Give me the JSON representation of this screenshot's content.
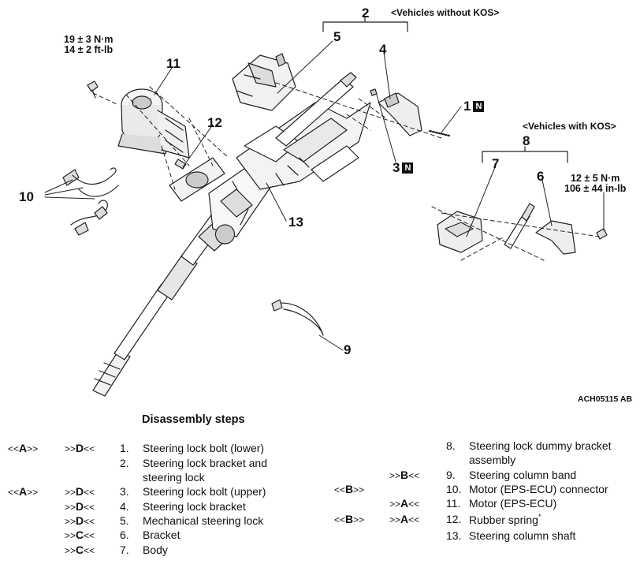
{
  "headers": {
    "without_kos": "<Vehicles without KOS>",
    "with_kos": "<Vehicles with KOS>"
  },
  "torque": {
    "top_left_line1": "19 ± 3 N·m",
    "top_left_line2": "14 ± 2 ft-lb",
    "right_line1": "12 ± 5 N·m",
    "right_line2": "106 ± 44 in-lb"
  },
  "callouts": {
    "c1": "1",
    "c2": "2",
    "c3": "3",
    "c4": "4",
    "c5": "5",
    "c6": "6",
    "c7": "7",
    "c8": "8",
    "c9": "9",
    "c10": "10",
    "c11": "11",
    "c12": "12",
    "c13": "13",
    "badge_n": "N"
  },
  "figure_id": "ACH05115 AB",
  "steps_title": "Disassembly steps",
  "steps_left": [
    {
      "m1a": "<<",
      "m1b": "A",
      "m1c": ">>",
      "m2a": ">>",
      "m2b": "D",
      "m2c": "<<",
      "num": "1.",
      "text": "Steering lock bolt (lower)"
    },
    {
      "m1a": "",
      "m1b": "",
      "m1c": "",
      "m2a": "",
      "m2b": "",
      "m2c": "",
      "num": "2.",
      "text": "Steering lock bracket and"
    },
    {
      "m1a": "",
      "m1b": "",
      "m1c": "",
      "m2a": "",
      "m2b": "",
      "m2c": "",
      "num": "",
      "text": "steering lock"
    },
    {
      "m1a": "<<",
      "m1b": "A",
      "m1c": ">>",
      "m2a": ">>",
      "m2b": "D",
      "m2c": "<<",
      "num": "3.",
      "text": "Steering lock bolt (upper)"
    },
    {
      "m1a": "",
      "m1b": "",
      "m1c": "",
      "m2a": ">>",
      "m2b": "D",
      "m2c": "<<",
      "num": "4.",
      "text": "Steering lock bracket"
    },
    {
      "m1a": "",
      "m1b": "",
      "m1c": "",
      "m2a": ">>",
      "m2b": "D",
      "m2c": "<<",
      "num": "5.",
      "text": "Mechanical steering lock"
    },
    {
      "m1a": "",
      "m1b": "",
      "m1c": "",
      "m2a": ">>",
      "m2b": "C",
      "m2c": "<<",
      "num": "6.",
      "text": "Bracket"
    },
    {
      "m1a": "",
      "m1b": "",
      "m1c": "",
      "m2a": ">>",
      "m2b": "C",
      "m2c": "<<",
      "num": "7.",
      "text": "Body"
    }
  ],
  "steps_right": [
    {
      "m1a": "",
      "m1b": "",
      "m1c": "",
      "m2a": "",
      "m2b": "",
      "m2c": "",
      "num": "8.",
      "text": "Steering lock dummy bracket",
      "sup": ""
    },
    {
      "m1a": "",
      "m1b": "",
      "m1c": "",
      "m2a": "",
      "m2b": "",
      "m2c": "",
      "num": "",
      "text": "assembly",
      "sup": ""
    },
    {
      "m1a": "",
      "m1b": "",
      "m1c": "",
      "m2a": ">>",
      "m2b": "B",
      "m2c": "<<",
      "num": "9.",
      "text": "Steering column band",
      "sup": ""
    },
    {
      "m1a": "<<",
      "m1b": "B",
      "m1c": ">>",
      "m2a": "",
      "m2b": "",
      "m2c": "",
      "num": "10.",
      "text": "Motor (EPS-ECU) connector",
      "sup": ""
    },
    {
      "m1a": "",
      "m1b": "",
      "m1c": "",
      "m2a": ">>",
      "m2b": "A",
      "m2c": "<<",
      "num": "11.",
      "text": "Motor (EPS-ECU)",
      "sup": ""
    },
    {
      "m1a": "<<",
      "m1b": "B",
      "m1c": ">>",
      "m2a": ">>",
      "m2b": "A",
      "m2c": "<<",
      "num": "12.",
      "text": "Rubber spring",
      "sup": "*"
    },
    {
      "m1a": "",
      "m1b": "",
      "m1c": "",
      "m2a": "",
      "m2b": "",
      "m2c": "",
      "num": "13.",
      "text": "Steering column shaft",
      "sup": ""
    }
  ]
}
